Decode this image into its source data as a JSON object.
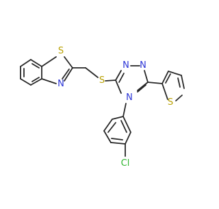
{
  "molecule": {
    "atom_labels": {
      "s_benzothiazole": "S",
      "n_benzothiazole": "N",
      "s_thioether": "S",
      "n_triazole_top_left": "N",
      "n_triazole_top_right": "N",
      "n_triazole_bottom": "N",
      "s_thiophene": "S",
      "cl": "Cl"
    },
    "colors": {
      "bond": "#262626",
      "sulfur": "#b8a000",
      "nitrogen": "#2a33d6",
      "chlorine": "#2db52d"
    }
  }
}
